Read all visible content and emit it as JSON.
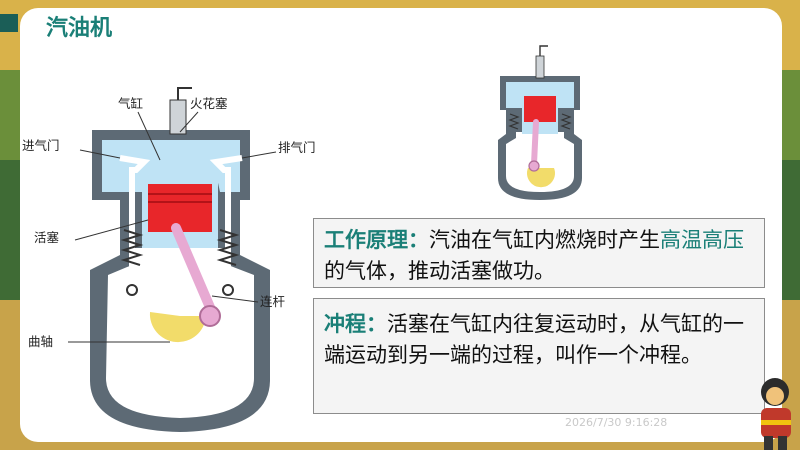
{
  "slide": {
    "title": "汽油机",
    "timestamp": "2026/7/30 9:16:28"
  },
  "diagram": {
    "labels": {
      "cylinder": "气缸",
      "spark_plug": "火花塞",
      "intake_valve": "进气门",
      "exhaust_valve": "排气门",
      "piston": "活塞",
      "connecting_rod": "连杆",
      "crankshaft": "曲轴"
    }
  },
  "principle": {
    "term": "工作原理：",
    "text_a": "汽油在气缸内燃烧时产生",
    "highlight": "高温高压",
    "text_b": "的气体，推动活塞做功。"
  },
  "stroke": {
    "term": "冲程：",
    "text": "活塞在气缸内往复运动时，从气缸的一端运动到另一端的过程，叫作一个冲程。"
  },
  "colors": {
    "title": "#1a7f77",
    "accent_dark": "#1b5e57",
    "cylinder_wall": "#5d6a75",
    "gas": "#bfe3f5",
    "piston": "#e8262a",
    "rod": "#e7a9d2",
    "crank": "#f2dc6a"
  }
}
